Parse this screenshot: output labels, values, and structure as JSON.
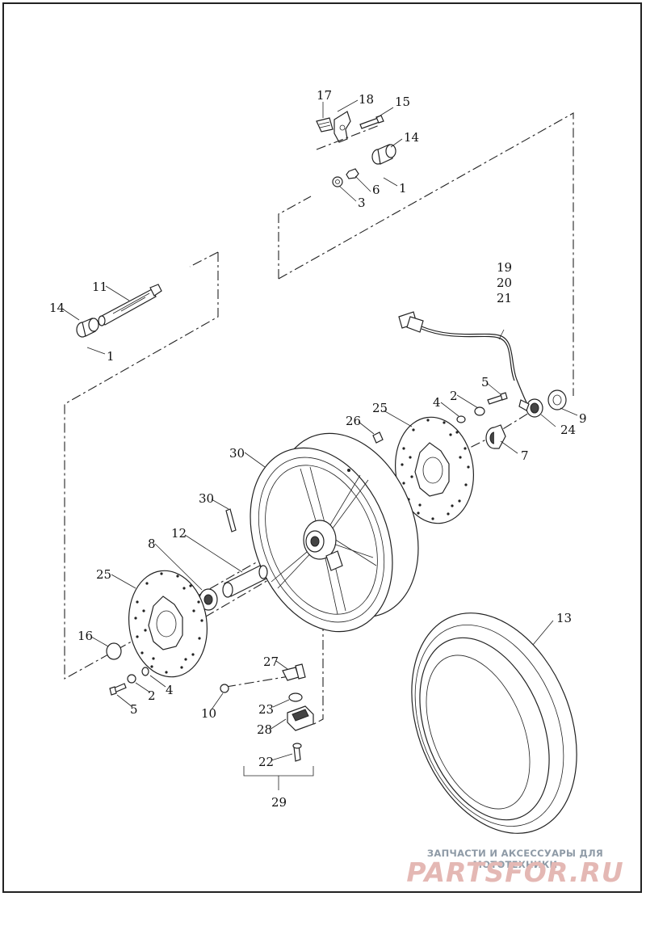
{
  "callouts": [
    {
      "id": "17",
      "text": "17"
    },
    {
      "id": "18",
      "text": "18"
    },
    {
      "id": "15",
      "text": "15"
    },
    {
      "id": "14a",
      "text": "14"
    },
    {
      "id": "1a",
      "text": "1"
    },
    {
      "id": "6",
      "text": "6"
    },
    {
      "id": "3",
      "text": "3"
    },
    {
      "id": "11",
      "text": "11"
    },
    {
      "id": "14b",
      "text": "14"
    },
    {
      "id": "1b",
      "text": "1"
    },
    {
      "id": "19",
      "text": "19"
    },
    {
      "id": "20",
      "text": "20"
    },
    {
      "id": "21",
      "text": "21"
    },
    {
      "id": "5a",
      "text": "5"
    },
    {
      "id": "4a",
      "text": "4"
    },
    {
      "id": "2a",
      "text": "2"
    },
    {
      "id": "25a",
      "text": "25"
    },
    {
      "id": "26",
      "text": "26"
    },
    {
      "id": "9",
      "text": "9"
    },
    {
      "id": "24",
      "text": "24"
    },
    {
      "id": "7",
      "text": "7"
    },
    {
      "id": "30a",
      "text": "30"
    },
    {
      "id": "30b",
      "text": "30"
    },
    {
      "id": "12",
      "text": "12"
    },
    {
      "id": "8",
      "text": "8"
    },
    {
      "id": "25b",
      "text": "25"
    },
    {
      "id": "13",
      "text": "13"
    },
    {
      "id": "16",
      "text": "16"
    },
    {
      "id": "27",
      "text": "27"
    },
    {
      "id": "4b",
      "text": "4"
    },
    {
      "id": "2b",
      "text": "2"
    },
    {
      "id": "5b",
      "text": "5"
    },
    {
      "id": "10",
      "text": "10"
    },
    {
      "id": "23",
      "text": "23"
    },
    {
      "id": "28",
      "text": "28"
    },
    {
      "id": "22",
      "text": "22"
    },
    {
      "id": "29",
      "text": "29"
    }
  ],
  "watermark": {
    "tagline": "ЗАПЧАСТИ И АКСЕССУАРЫ ДЛЯ МОТОТЕХНИКИ",
    "logo": "PARTSFOR.RU"
  }
}
